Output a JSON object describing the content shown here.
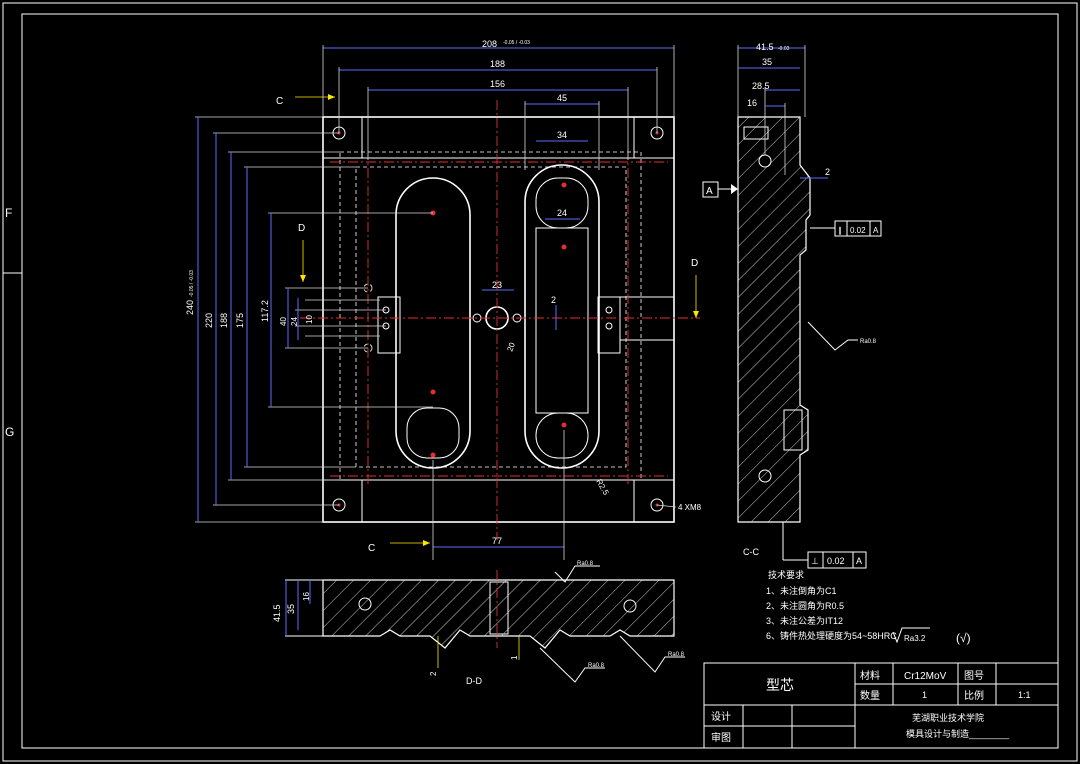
{
  "views": {
    "section_cc": "C-C",
    "section_dd": "D-D",
    "cut_c_top": "C",
    "cut_c_bottom": "C",
    "cut_d_left": "D",
    "cut_d_right": "D",
    "datum": "A",
    "border_f": "F",
    "border_g": "G"
  },
  "dims_top": {
    "d208": "208",
    "d208_tol": "-0.05 / -0.03",
    "d188": "188",
    "d156": "156",
    "d45": "45",
    "d34": "34",
    "d24": "24",
    "d23": "23",
    "d2a": "2",
    "d20": "20",
    "d77": "77",
    "r25": "R2.5",
    "holes": "4 XM8"
  },
  "dims_left": {
    "d240": "240",
    "d240_tol": "-0.05 / -0.03",
    "d220": "220",
    "d188": "188",
    "d175": "175",
    "d117": "117.2",
    "d40": "40",
    "d24": "24",
    "d10": "10"
  },
  "dims_side": {
    "d415": "41.5",
    "d415_tol": "-0.03",
    "d35": "35",
    "d285": "28.5",
    "d16": "16",
    "d2": "2",
    "tol1_sym": "∥",
    "tol1_val": "0.02",
    "tol1_ref": "A",
    "tol2_sym": "⊥",
    "tol2_val": "0.02",
    "tol2_ref": "A",
    "ra1": "Ra0.8"
  },
  "dims_bottom": {
    "d415": "41.5",
    "d35": "35",
    "d16": "16",
    "d2a": "2",
    "d1": "1",
    "ra_a": "Ra0.8",
    "ra_b": "Ra0.8",
    "ra_c": "Ra0.8"
  },
  "notes": {
    "title": "技术要求",
    "items": [
      "1、未注倒角为C1",
      "2、未注圆角为R0.5",
      "3、未注公差为IT12",
      "6、铸件热处理硬度为54~58HRC"
    ],
    "ra": "Ra3.2",
    "check": "(√)"
  },
  "title_block": {
    "part_name": "型芯",
    "material_label": "材料",
    "material_value": "Cr12MoV",
    "drawing_no_label": "图号",
    "qty_label": "数量",
    "qty_value": "1",
    "scale_label": "比例",
    "scale_value": "1:1",
    "design_label": "设计",
    "review_label": "审图",
    "school": "芜湖职业技术学院",
    "major": "模具设计与制造________"
  },
  "colors": {
    "background": "#000000",
    "line": "#ffffff",
    "dimension": "#5b6cff",
    "center": "#e03030",
    "leader": "#ffe600"
  }
}
